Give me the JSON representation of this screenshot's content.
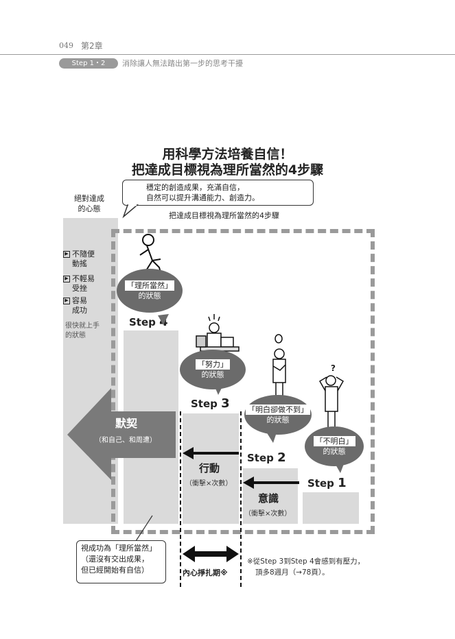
{
  "header": {
    "page_number": "049",
    "chapter": "第2章",
    "step_tag": "Step 1・2",
    "subtitle": "消除讓人無法踏出第一步的思考干擾"
  },
  "title": {
    "line1": "用科學方法培養自信！",
    "line2": "把達成目標視為理所當然的4步驟"
  },
  "quote": {
    "line1": "穩定的創造成果，充滿自信，",
    "line2": "自然可以提升溝通能力、創造力。"
  },
  "frame_label": "把達成目標視為理所當然的4步驟",
  "confidence_column": {
    "heading_line1": "絕對達成",
    "heading_line2": "的心態",
    "checks": [
      {
        "line1": "不隨便",
        "line2": "動搖"
      },
      {
        "line1": "不輕易",
        "line2": "受挫"
      },
      {
        "line1": "容易",
        "line2": "成功"
      }
    ],
    "note_line1": "很快就上手",
    "note_line2": "的狀態"
  },
  "steps": [
    {
      "label": "Step",
      "num": "1",
      "bubble_line1": "「不明白」",
      "bubble_line2": "的狀態"
    },
    {
      "label": "Step",
      "num": "2",
      "bubble_line1": "「明白卻做不到」",
      "bubble_line2": "的狀態"
    },
    {
      "label": "Step",
      "num": "3",
      "bubble_line1": "「努力」",
      "bubble_line2": "的狀態"
    },
    {
      "label": "Step",
      "num": "4",
      "bubble_line1": "「理所當然」",
      "bubble_line2": "的狀態"
    }
  ],
  "transitions": {
    "awareness": {
      "label": "意識",
      "sub": "（衝擊×次數）"
    },
    "action": {
      "label": "行動",
      "sub": "（衝擊×次數）"
    },
    "rapport": {
      "label": "默契",
      "sub": "（和自己、和周遭）"
    }
  },
  "callout": {
    "line1": "視成功為「理所當然」",
    "line2": "（還沒有交出成果，",
    "line3": "但已經開始有自信）"
  },
  "struggle_label": "內心掙扎期※",
  "footnote": {
    "line1": "※從Step 3到Step 4會感到有壓力，",
    "line2": "頂多8週月（→78頁）。"
  },
  "colors": {
    "bar_gray": "#dadada",
    "bubble_gray": "#6b6b6b",
    "arrow_gray": "#7a7a7a",
    "frame_gray": "#9a9a9a"
  }
}
